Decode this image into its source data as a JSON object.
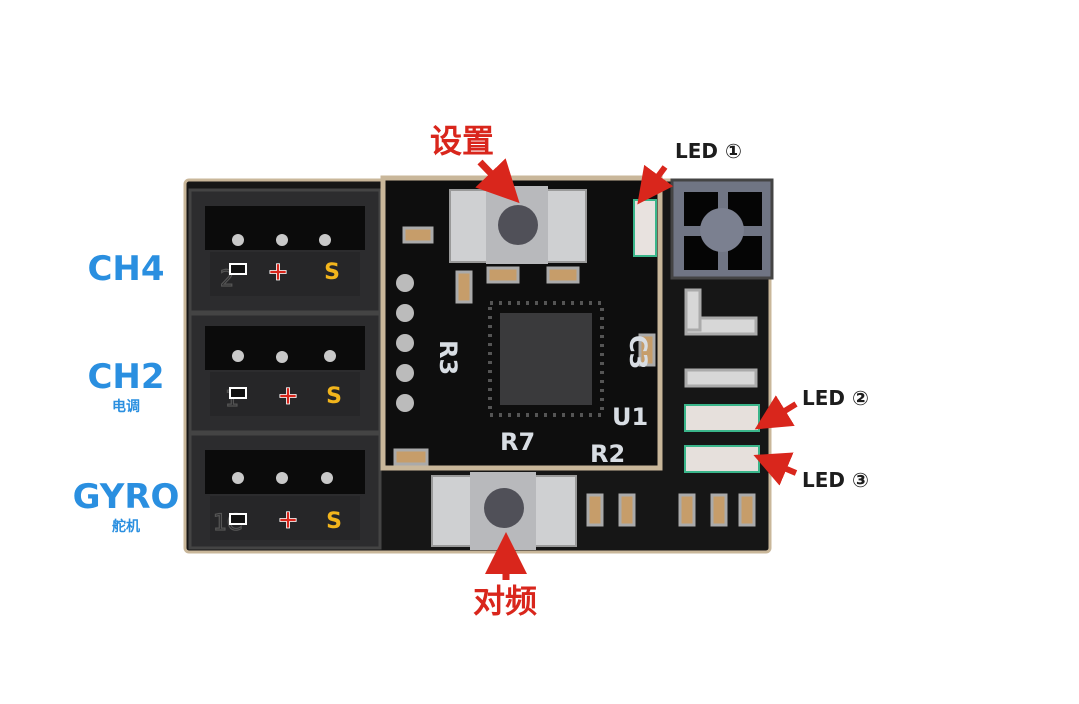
{
  "annotations": {
    "setup_button": "设置",
    "bind_button": "对频",
    "led1": "LED ①",
    "led2": "LED ②",
    "led3": "LED ③"
  },
  "ports": [
    {
      "name": "CH4",
      "sub": "",
      "silk_num": "2"
    },
    {
      "name": "CH2",
      "sub": "电调",
      "silk_num": "1"
    },
    {
      "name": "GYRO",
      "sub": "舵机",
      "silk_num": "1C"
    }
  ],
  "pin_labels": {
    "minus": "−",
    "plus": "+",
    "signal": "S"
  },
  "silkscreen": {
    "r3": "R3",
    "c3": "C3",
    "u1": "U1",
    "r7": "R7",
    "r2": "R2"
  },
  "colors": {
    "port_label": "#2a8fe0",
    "annotation": "#d9261c",
    "plus": "#d9261c",
    "signal": "#f2b51c",
    "board": "#111111"
  }
}
